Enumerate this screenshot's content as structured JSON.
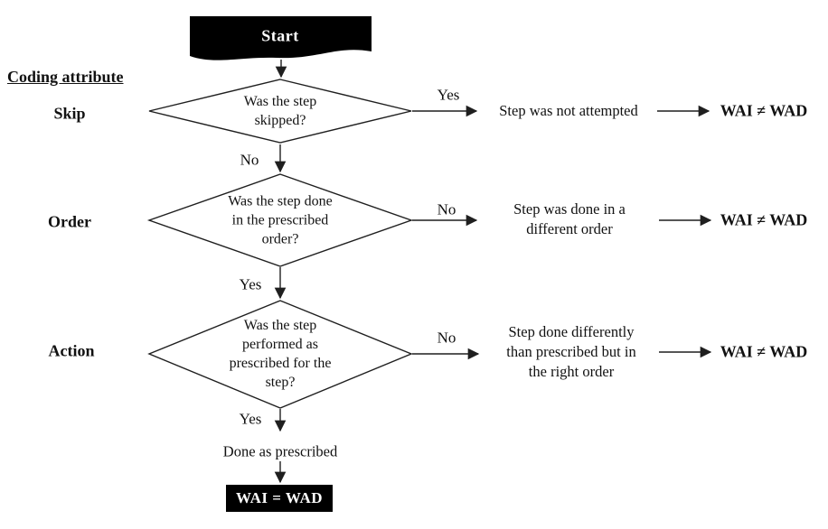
{
  "flowchart": {
    "start_label": "Start",
    "column_header": "Coding attribute",
    "rows": [
      {
        "attribute": "Skip",
        "question_lines": [
          "Was the step",
          "skipped?"
        ],
        "right_branch_label": "Yes",
        "down_branch_label": "No",
        "outcome_lines": [
          "Step was not attempted"
        ],
        "result": "WAI ≠ WAD"
      },
      {
        "attribute": "Order",
        "question_lines": [
          "Was the step done",
          "in the prescribed",
          "order?"
        ],
        "right_branch_label": "No",
        "down_branch_label": "Yes",
        "outcome_lines": [
          "Step was done in a",
          "different order"
        ],
        "result": "WAI ≠ WAD"
      },
      {
        "attribute": "Action",
        "question_lines": [
          "Was the step",
          "performed as",
          "prescribed for the",
          "step?"
        ],
        "right_branch_label": "No",
        "down_branch_label": "Yes",
        "outcome_lines": [
          "Step done differently",
          "than prescribed but in",
          "the right order"
        ],
        "result": "WAI ≠ WAD"
      }
    ],
    "final": {
      "down_label": "Done as prescribed",
      "terminal_label": "WAI = WAD"
    },
    "colors": {
      "node_fill": "#000000",
      "diamond_fill": "#ffffff",
      "line": "#1f1f1f",
      "background": "#ffffff"
    }
  }
}
